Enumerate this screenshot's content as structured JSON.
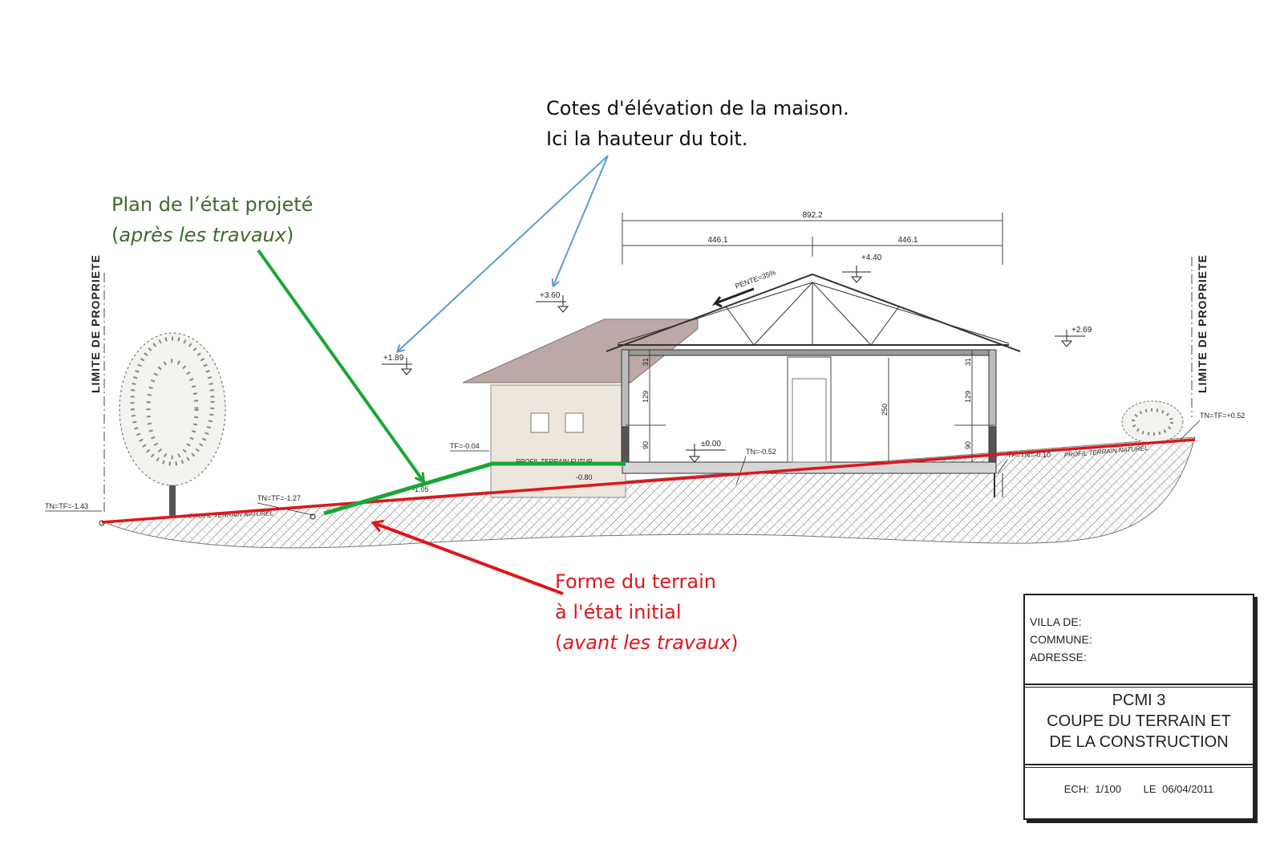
{
  "annotations": {
    "roof_height_note": {
      "line1": "Cotes d'élévation de la maison.",
      "line2": "Ici la hauteur du toit."
    },
    "projected_plan_note": {
      "line1": "Plan de l’état projeté",
      "line2_open": "(",
      "line2_italic": "après les travaux",
      "line2_close": ")"
    },
    "initial_terrain_note": {
      "line1": "Forme du terrain",
      "line2": "à l'état initial",
      "line3_open": "(",
      "line3_italic": "avant les travaux",
      "line3_close": ")"
    }
  },
  "drawing": {
    "property_limit_left": "LIMITE DE PROPRIETE",
    "property_limit_right": "LIMITE DE PROPRIETE",
    "dim_total": "892.2",
    "dim_half_left": "446.1",
    "dim_half_right": "446.1",
    "slope": "PENTE=35%",
    "level_roof_ridge": "+4.40",
    "level_annex_roof": "+3.60",
    "level_eave": "+1.89",
    "level_right": "+2.69",
    "level_floor": "±0.00",
    "level_tf_annex": "TF=-0.04",
    "level_tn_far_left": "TN=TF=-1.43",
    "level_tn_left": "TN=TF=-1.27",
    "level_minus_080": "-0.80",
    "level_minus_105": "-1.05",
    "level_tn_center": "TN=-0.52",
    "level_tf_tn_right": "TF=TN=-0.10",
    "level_tn_far_right": "TN=TF=+0.52",
    "profile_natural_left": "PROFIL TERRAIN NATUREL",
    "profile_natural_right": "PROFIL TERRAIN NATUREL",
    "profile_future": "PROFIL TERRAIN FUTUR",
    "height_31_left": "31",
    "height_129_left": "129",
    "height_90_left": "90",
    "height_250": "250",
    "height_31_right": "31",
    "height_129_right": "129",
    "height_90_right": "90"
  },
  "colors": {
    "annotation_blue": "#5b9bd5",
    "annotation_green": "#1aa637",
    "annotation_red": "#e0151c",
    "green_text": "#3d6b2c"
  },
  "title_block": {
    "villa": "VILLA DE:",
    "commune": "COMMUNE:",
    "adresse": "ADRESSE:",
    "code": "PCMI 3",
    "title1": "COUPE DU TERRAIN ET",
    "title2": "DE LA CONSTRUCTION",
    "scale": "ECH: 1/100",
    "date": "LE 06/04/2011"
  }
}
